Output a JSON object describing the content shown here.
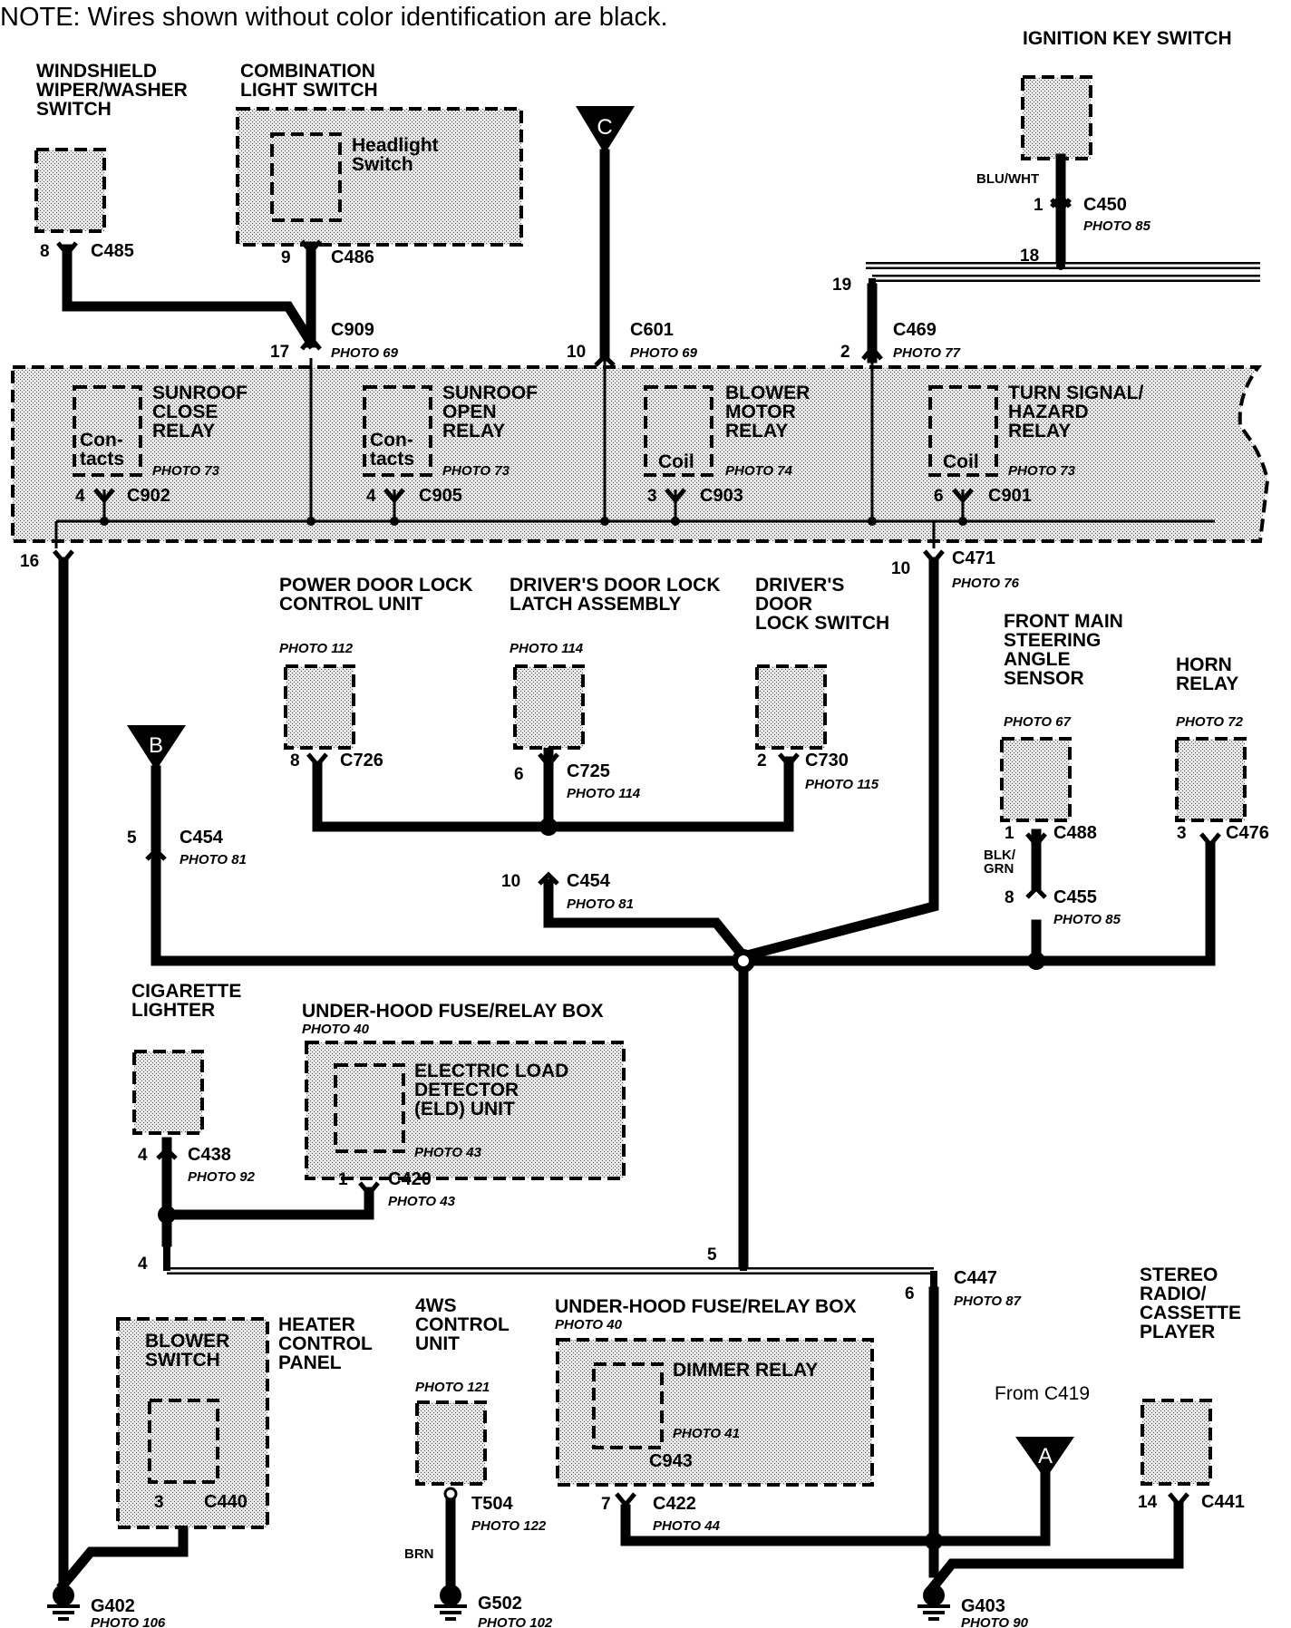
{
  "note": "NOTE: Wires shown without color identification are black.",
  "components": {
    "wiper_switch": "WINDSHIELD|WIPER/WASHER|SWITCH",
    "combination_switch": "COMBINATION|LIGHT SWITCH",
    "headlight_switch": "Headlight|Switch",
    "ignition_key_switch": "IGNITION KEY SWITCH",
    "sunroof_close_relay": "SUNROOF|CLOSE|RELAY",
    "sunroof_open_relay": "SUNROOF|OPEN|RELAY",
    "blower_motor_relay": "BLOWER|MOTOR|RELAY",
    "turn_signal_relay": "TURN SIGNAL/|HAZARD|RELAY",
    "contacts": "Con-|tacts",
    "coil": "Coil",
    "power_door_lock_unit": "POWER DOOR LOCK|CONTROL UNIT",
    "drivers_door_lock_latch": "DRIVER'S DOOR LOCK|LATCH ASSEMBLY",
    "drivers_door_lock_switch": "DRIVER'S|DOOR|LOCK SWITCH",
    "steering_angle_sensor": "FRONT MAIN|STEERING|ANGLE|SENSOR",
    "horn_relay": "HORN|RELAY",
    "cigarette_lighter": "CIGARETTE|LIGHTER",
    "under_hood_box_1": "UNDER-HOOD FUSE/RELAY BOX",
    "eld_unit": "ELECTRIC LOAD|DETECTOR|(ELD) UNIT",
    "heater_control_panel": "HEATER|CONTROL|PANEL",
    "blower_switch": "BLOWER|SWITCH",
    "control_unit_4ws": "4WS|CONTROL|UNIT",
    "under_hood_box_2": "UNDER-HOOD FUSE/RELAY BOX",
    "dimmer_relay": "DIMMER RELAY",
    "stereo": "STEREO|RADIO/|CASSETTE|PLAYER",
    "from_c419": "From C419"
  },
  "connectors": {
    "c485": "C485",
    "c486": "C486",
    "c450": "C450",
    "c909": "C909",
    "c601": "C601",
    "c469": "C469",
    "c902": "C902",
    "c905": "C905",
    "c903": "C903",
    "c901": "C901",
    "c471": "C471",
    "c726": "C726",
    "c725": "C725",
    "c730": "C730",
    "c454a": "C454",
    "c454b": "C454",
    "c488": "C488",
    "c455": "C455",
    "c476": "C476",
    "c438": "C438",
    "c420": "C420",
    "c447": "C447",
    "c440": "C440",
    "t504": "T504",
    "c943": "C943",
    "c422": "C422",
    "c441": "C441",
    "g402": "G402",
    "g502": "G502",
    "g403": "G403"
  },
  "photos": {
    "c450": "PHOTO 85",
    "c909": "PHOTO 69",
    "c601": "PHOTO 69",
    "c469": "PHOTO 77",
    "close_relay": "PHOTO 73",
    "open_relay": "PHOTO 73",
    "blower_relay": "PHOTO 74",
    "turn_relay": "PHOTO 73",
    "c471": "PHOTO 76",
    "door_lock_unit": "PHOTO 112",
    "latch": "PHOTO 114",
    "c725": "PHOTO 114",
    "c730": "PHOTO 115",
    "c454a": "PHOTO 81",
    "c454b": "PHOTO 81",
    "steering": "PHOTO 67",
    "horn": "PHOTO 72",
    "c455": "PHOTO 85",
    "box1": "PHOTO 40",
    "eld": "PHOTO 43",
    "c438": "PHOTO 92",
    "c420": "PHOTO 43",
    "c447": "PHOTO 87",
    "ws4": "PHOTO 121",
    "t504": "PHOTO 122",
    "box2": "PHOTO 40",
    "dimmer": "PHOTO 41",
    "c422": "PHOTO 44",
    "g402": "PHOTO 106",
    "g502": "PHOTO 102",
    "g403": "PHOTO 90"
  },
  "pins": {
    "c485": "8",
    "c486": "9",
    "c450": "1",
    "splice_18": "18",
    "splice_19": "19",
    "c909": "17",
    "c601": "10",
    "c469": "2",
    "c902": "4",
    "c905": "4",
    "c903": "3",
    "c901": "6",
    "left_16": "16",
    "c471": "10",
    "c726": "8",
    "c725": "6",
    "c730": "2",
    "c454a": "5",
    "c454b": "10",
    "c488": "1",
    "c455": "8",
    "c476": "3",
    "c438": "4",
    "c420": "1",
    "bus_4": "4",
    "bus_5": "5",
    "c447": "6",
    "c440": "3",
    "c422": "7",
    "c441": "14"
  },
  "wire_colors": {
    "blu_wht": "BLU/WHT",
    "blk_grn": "BLK/|GRN",
    "brn": "BRN"
  },
  "off_page": {
    "a": "A",
    "b": "B",
    "c": "C"
  }
}
